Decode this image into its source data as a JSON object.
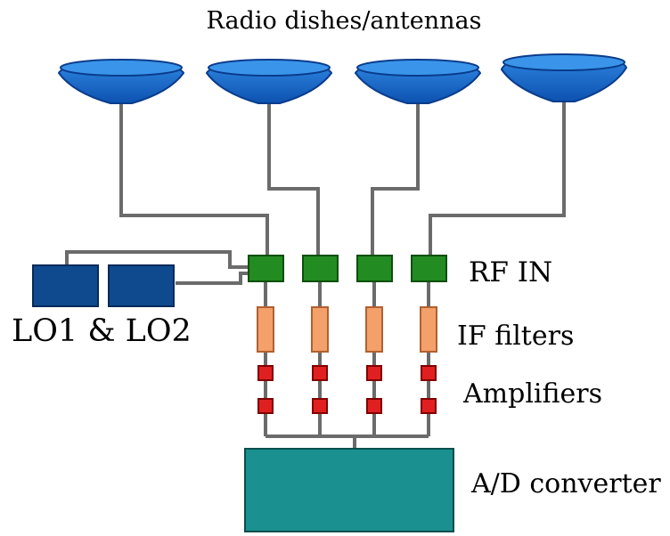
{
  "labels": {
    "antennas": "Radio dishes/antennas",
    "rf_in": "RF IN",
    "lo": "LO1 & LO2",
    "if_filters": "IF filters",
    "amplifiers": "Amplifiers",
    "adc": "A/D converter"
  },
  "colors": {
    "dish": "#1e73d2",
    "dish_rim": "#0a3c8c",
    "rf_block": "#228b22",
    "lo_block": "#0f4a8f",
    "if_filter": "#f4a06a",
    "amplifier": "#e02020",
    "adc": "#1a9090",
    "wire": "#6b6b6b"
  }
}
